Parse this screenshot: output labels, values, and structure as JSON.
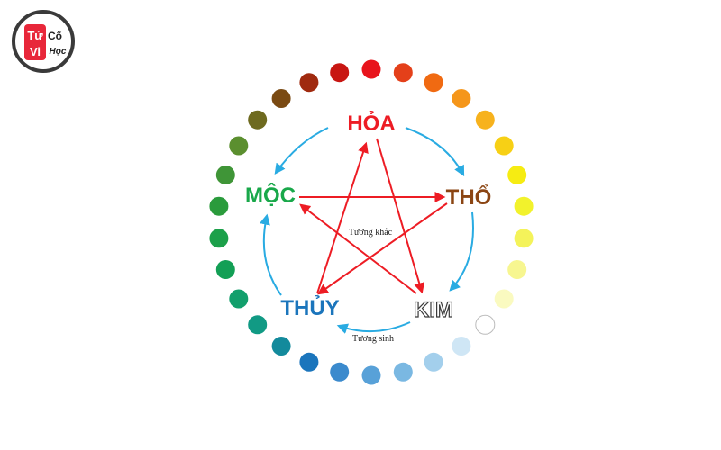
{
  "logo": {
    "line1_a": "Tử",
    "line1_b": "Cổ",
    "line2_a": "Vi",
    "line2_b": "Học",
    "red": "#e8273a",
    "ring": "#3a3a3a"
  },
  "elements": {
    "hoa": {
      "label": "HỎA",
      "color": "#ed1c24"
    },
    "tho": {
      "label": "THỔ",
      "color": "#8b4513"
    },
    "kim": {
      "label": "KIM",
      "color": "#ffffff",
      "stroke": "#3a3a3a"
    },
    "thuy": {
      "label": "THỦY",
      "color": "#1b75bc"
    },
    "moc": {
      "label": "MỘC",
      "color": "#19a84a"
    }
  },
  "cycles": {
    "generating_label": "Tương sinh",
    "overcoming_label": "Tương khắc",
    "generating_color": "#29abe2",
    "overcoming_color": "#ed1c24"
  },
  "color_wheel": [
    "#e8141c",
    "#e4401a",
    "#f06a12",
    "#f5961a",
    "#f7b21d",
    "#f7d015",
    "#f6ec12",
    "#f2f22c",
    "#f4f35a",
    "#f7f690",
    "#fafac0",
    "#ffffff",
    "#cfe6f5",
    "#a3cfec",
    "#7ab8e2",
    "#58a1d8",
    "#3b8acd",
    "#1b75bc",
    "#138a9c",
    "#119a84",
    "#129f6c",
    "#139f55",
    "#1ca04a",
    "#2a9b3c",
    "#3f9537",
    "#5b8f2f",
    "#6e6a1f",
    "#7a4a12",
    "#a02a0f",
    "#c81612"
  ]
}
